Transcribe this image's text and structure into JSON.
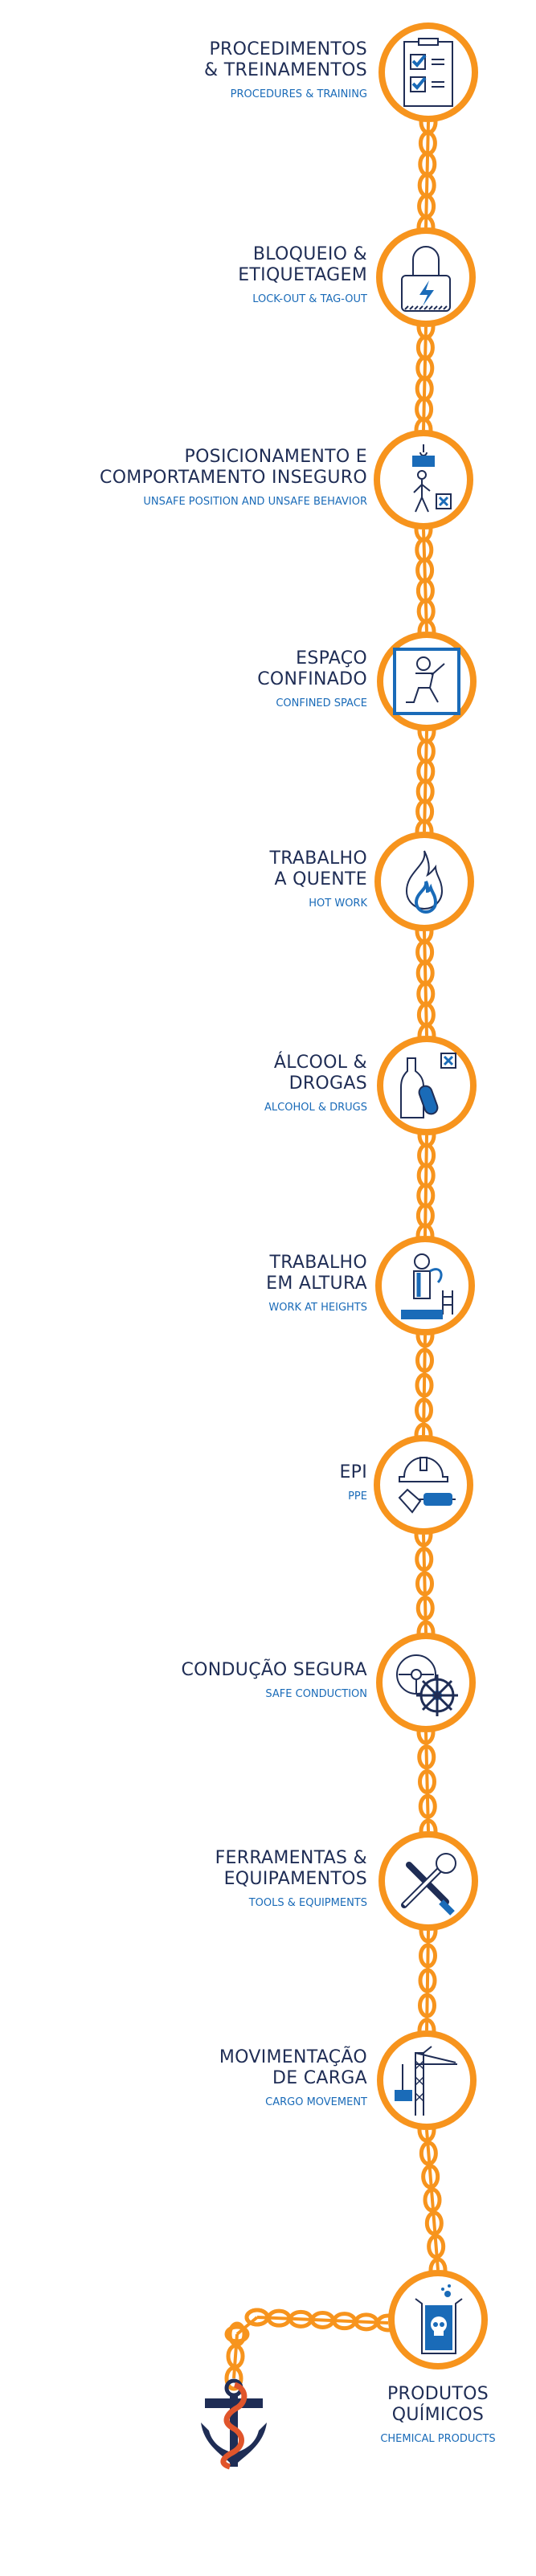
{
  "items": [
    {
      "title": [
        "PROCEDIMENTOS",
        "& TREINAMENTOS"
      ],
      "subtitle": "PROCEDURES & TRAINING",
      "icon": "clipboard-checklist-icon"
    },
    {
      "title": [
        "BLOQUEIO &",
        "ETIQUETAGEM"
      ],
      "subtitle": "LOCK-OUT & TAG-OUT",
      "icon": "padlock-icon"
    },
    {
      "title": [
        "POSICIONAMENTO E",
        "COMPORTAMENTO INSEGURO"
      ],
      "subtitle": "UNSAFE POSITION AND UNSAFE BEHAVIOR",
      "icon": "suspended-load-worker-icon"
    },
    {
      "title": [
        "ESPAÇO",
        "CONFINADO"
      ],
      "subtitle": "CONFINED SPACE",
      "icon": "confined-space-worker-icon"
    },
    {
      "title": [
        "TRABALHO",
        "A QUENTE"
      ],
      "subtitle": "HOT WORK",
      "icon": "flame-icon"
    },
    {
      "title": [
        "ÁLCOOL &",
        "DROGAS"
      ],
      "subtitle": "ALCOHOL & DRUGS",
      "icon": "bottle-pill-icon"
    },
    {
      "title": [
        "TRABALHO",
        "EM ALTURA"
      ],
      "subtitle": "WORK AT HEIGHTS",
      "icon": "harness-worker-icon"
    },
    {
      "title": [
        "EPI"
      ],
      "subtitle": "PPE",
      "icon": "helmet-gloves-goggles-icon"
    },
    {
      "title": [
        "CONDUÇÃO SEGURA"
      ],
      "subtitle": "SAFE CONDUCTION",
      "icon": "steering-wheel-helm-icon"
    },
    {
      "title": [
        "FERRAMENTAS &",
        "EQUIPAMENTOS"
      ],
      "subtitle": "TOOLS & EQUIPMENTS",
      "icon": "wrench-screwdriver-icon"
    },
    {
      "title": [
        "MOVIMENTAÇÃO",
        "DE CARGA"
      ],
      "subtitle": "CARGO MOVEMENT",
      "icon": "crane-cargo-icon"
    },
    {
      "title": [
        "PRODUTOS",
        "QUÍMICOS"
      ],
      "subtitle": "CHEMICAL PRODUCTS",
      "icon": "chemical-beaker-skull-icon"
    }
  ],
  "colors": {
    "orange": "#f7941d",
    "navy": "#1f2d55",
    "blue": "#1a6bb8",
    "red": "#e0552b"
  }
}
